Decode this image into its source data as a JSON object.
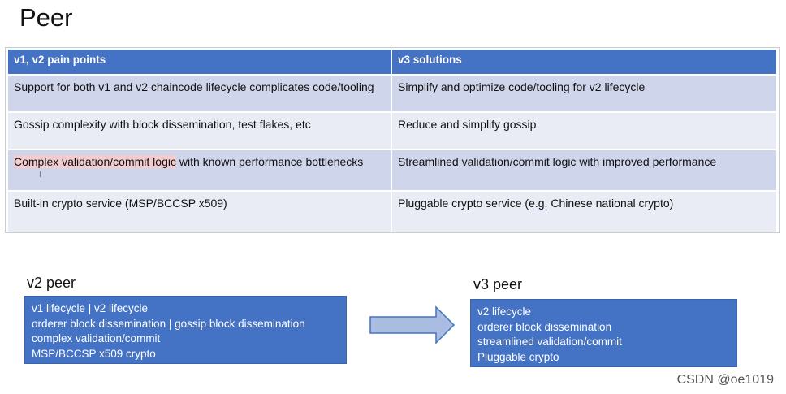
{
  "page": {
    "title": "Peer"
  },
  "table": {
    "headers": [
      "v1, v2 pain points",
      "v3 solutions"
    ],
    "rows": [
      [
        "Support for both v1 and v2 chaincode lifecycle complicates code/tooling",
        "Simplify and optimize code/tooling for v2 lifecycle"
      ],
      [
        "Gossip complexity with block dissemination, test flakes, etc",
        "Reduce and simplify gossip"
      ],
      [
        "Complex validation/commit logic",
        " with known performance bottlenecks",
        "Streamlined validation/commit logic with improved performance"
      ],
      [
        "Built-in crypto service (MSP/BCCSP x509)",
        "Pluggable crypto service (",
        "e.g.",
        " Chinese national crypto)"
      ]
    ]
  },
  "v2": {
    "caption": "v2 peer",
    "lines": [
      "v1 lifecycle | v2 lifecycle",
      "orderer block dissemination | gossip block dissemination",
      "complex validation/commit",
      "MSP/BCCSP x509 crypto"
    ]
  },
  "v3": {
    "caption": "v3 peer",
    "lines": [
      "v2 lifecycle",
      "orderer block dissemination",
      "streamlined validation/commit",
      "Pluggable crypto"
    ]
  },
  "watermark": "CSDN @oe1019",
  "colors": {
    "header": "#4472c4",
    "row_dark": "#cfd5ea",
    "row_light": "#e9ebf5",
    "box": "#4472c4",
    "arrow_fill": "#a9bde3",
    "arrow_stroke": "#4472c4"
  }
}
